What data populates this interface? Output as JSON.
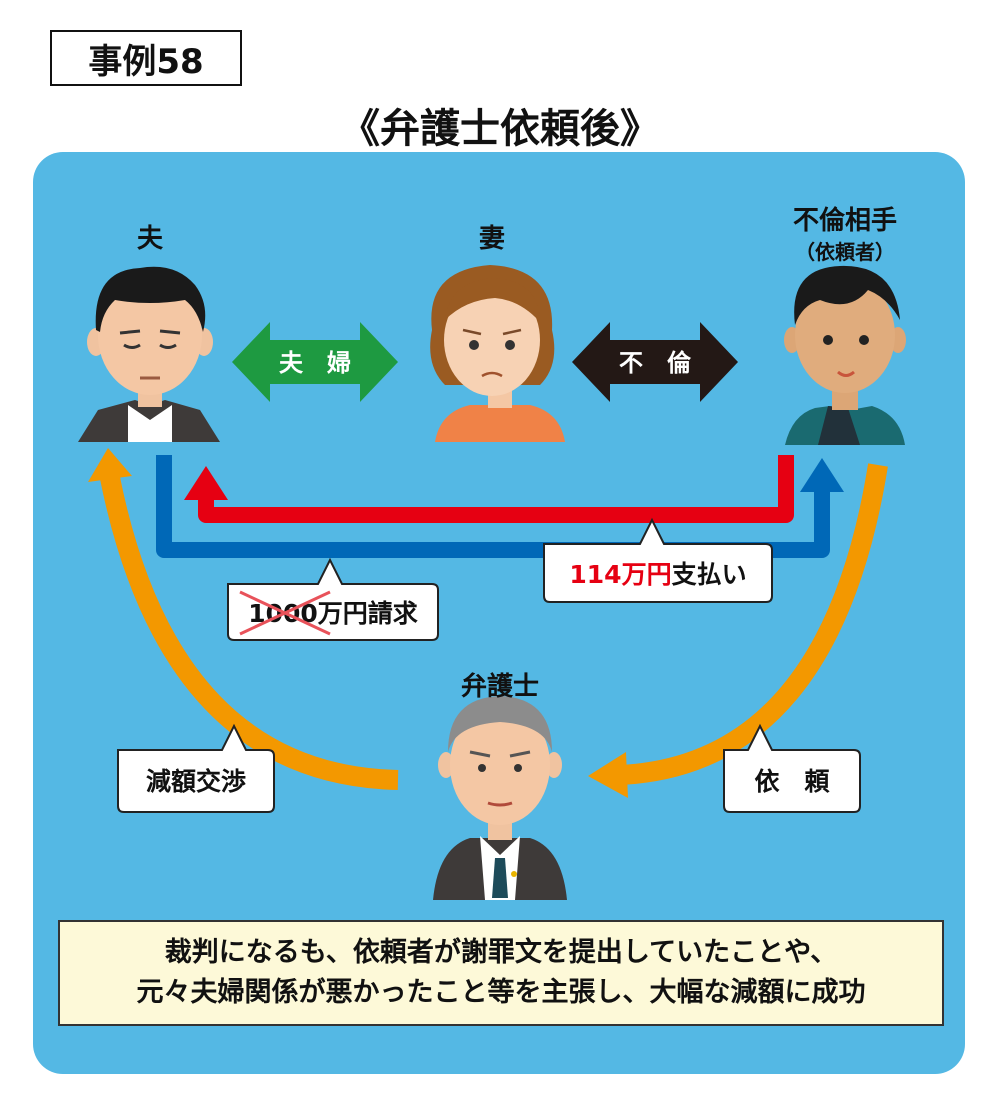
{
  "case_label": "事例58",
  "heading": "《弁護士依頼後》",
  "people": {
    "husband": "夫",
    "wife": "妻",
    "affair_partner": "不倫相手",
    "affair_partner_sub": "（依頼者）",
    "lawyer": "弁護士"
  },
  "relations": {
    "couple": "夫　婦",
    "affair": "不　倫"
  },
  "callouts": {
    "demand_amount": "1000万円",
    "demand_text": "請求",
    "paid_amount": "114万円",
    "paid_text": "支払い",
    "negotiation": "減額交渉",
    "request": "依　頼"
  },
  "note": {
    "line1": "裁判になるも、依頼者が謝罪文を提出していたことや、",
    "line2": "元々夫婦関係が悪かったこと等を主張し、大幅な減額に成功"
  },
  "colors": {
    "panel": "#54b8e4",
    "red_arrow": "#e60012",
    "blue_arrow": "#0068b7",
    "orange_arrow": "#f39800",
    "couple_arrow": "#1e9a41",
    "affair_arrow": "#231815"
  }
}
